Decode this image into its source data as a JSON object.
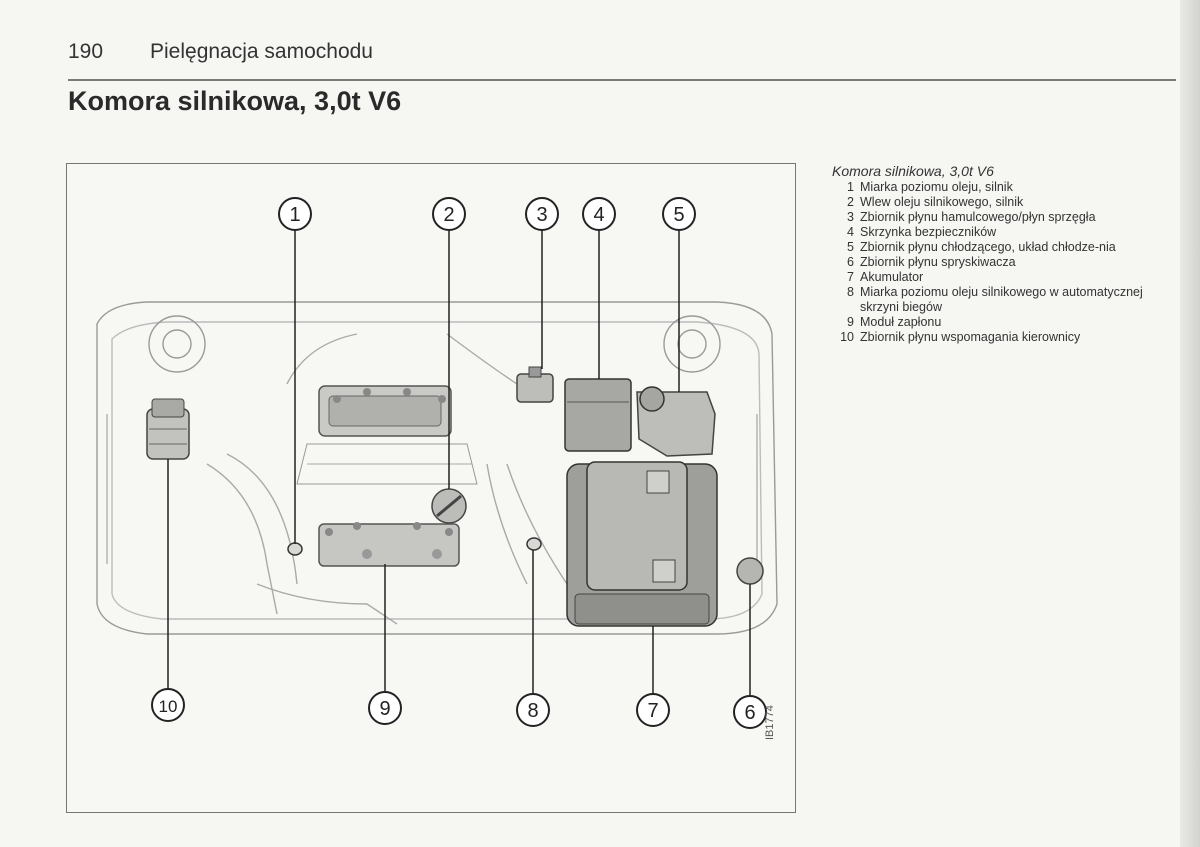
{
  "header": {
    "page_number": "190",
    "section": "Pielęgnacja samochodu"
  },
  "title": "Komora silnikowa, 3,0t V6",
  "figure": {
    "code": "IB1774",
    "callouts": [
      "1",
      "2",
      "3",
      "4",
      "5",
      "6",
      "7",
      "8",
      "9",
      "10"
    ]
  },
  "legend": {
    "title": "Komora silnikowa, 3,0t V6",
    "items": [
      {
        "num": "1",
        "text": "Miarka poziomu oleju, silnik"
      },
      {
        "num": "2",
        "text": "Wlew oleju silnikowego, silnik"
      },
      {
        "num": "3",
        "text": "Zbiornik płynu hamulcowego/płyn sprzęgła"
      },
      {
        "num": "4",
        "text": "Skrzynka bezpieczników"
      },
      {
        "num": "5",
        "text": "Zbiornik płynu chłodzącego, układ chłodze-nia"
      },
      {
        "num": "6",
        "text": "Zbiornik płynu spryskiwacza"
      },
      {
        "num": "7",
        "text": "Akumulator"
      },
      {
        "num": "8",
        "text": "Miarka poziomu oleju silnikowego w automatycznej skrzyni biegów"
      },
      {
        "num": "9",
        "text": "Moduł zapłonu"
      },
      {
        "num": "10",
        "text": "Zbiornik płynu wspomagania kierownicy"
      }
    ]
  }
}
